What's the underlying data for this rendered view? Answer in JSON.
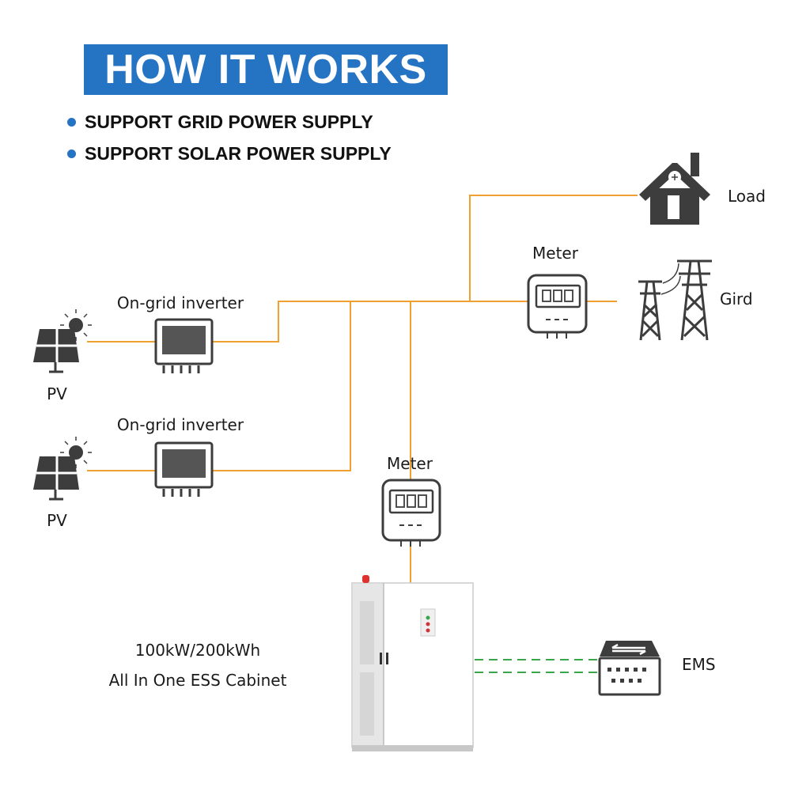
{
  "header": {
    "title": "HOW IT WORKS",
    "bullets": [
      "SUPPORT GRID POWER SUPPLY",
      "SUPPORT SOLAR POWER SUPPLY"
    ]
  },
  "nodes": {
    "load": "Load",
    "grid": "Gird",
    "meter_top": "Meter",
    "meter_bottom": "Meter",
    "inverter_1": "On-grid inverter",
    "inverter_2": "On-grid inverter",
    "pv_1": "PV",
    "pv_2": "PV",
    "cabinet_line1": "100kW/200kWh",
    "cabinet_line2": "All In One ESS Cabinet",
    "ems": "EMS"
  },
  "colors": {
    "accent": "#2574c4",
    "power_line": "#f0a030",
    "comm_line": "#3aa64a",
    "icon_dark": "#3d3d3d"
  },
  "icons": {
    "house": "house-icon",
    "tower": "transmission-tower-icon",
    "meter": "meter-icon",
    "inverter": "inverter-icon",
    "solar": "solar-panel-icon",
    "cabinet": "ess-cabinet-icon",
    "ems": "ems-icon"
  }
}
